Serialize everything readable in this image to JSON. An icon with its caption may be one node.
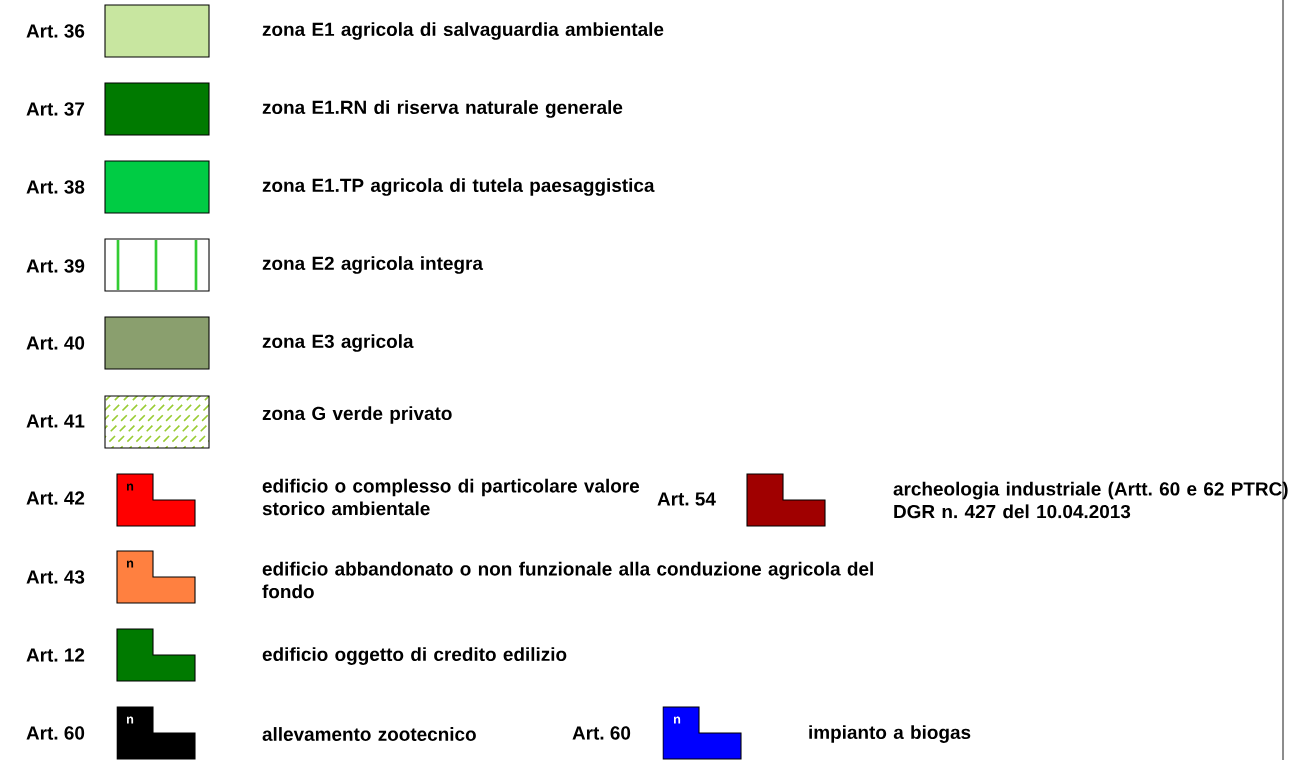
{
  "diagram": {
    "labels": [
      "Art. 36",
      "Art. 37",
      "Art. 38",
      "Art. 39",
      "Art. 40",
      "Art. 41",
      "Art. 42",
      "n",
      "Art. 54",
      "Art. 43",
      "n",
      "Art. 12",
      "Art. 60",
      "n",
      "Art. 60",
      "n"
    ],
    "legend": [
      {
        "text": "zona E1 agricola di salvaguardia ambientale",
        "color": "#c8e6a0"
      },
      {
        "text": "zona E1.RN di riserva naturale generale",
        "color": "#007a00"
      },
      {
        "text": "zona E1.TP agricola di tutela paesaggistica",
        "color": "#00cc44"
      },
      {
        "text": "zona E2 agricola integra"
      },
      {
        "text": "zona E3 agricola",
        "color": "#8a9f6e"
      },
      {
        "text": "zona G verde privato"
      },
      {
        "text": "edificio o complesso di particolare valore storico ambientale"
      },
      {
        "text": "archeologia industriale (Artt. 60 e 62 PTRC) DGR n. 427 del 10.04.2013"
      },
      {
        "text": "edificio abbandonato o non funzionale alla conduzione agricola del fondo"
      },
      {
        "text": "edificio oggetto di credito edilizio"
      },
      {
        "text": "allevamento zootecnico"
      },
      {
        "text": "impianto a biogas"
      }
    ]
  }
}
